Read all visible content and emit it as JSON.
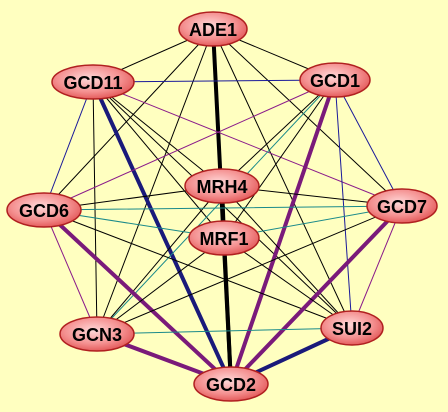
{
  "graph": {
    "nodes": [
      {
        "id": "ADE1",
        "label": "ADE1"
      },
      {
        "id": "GCD11",
        "label": "GCD11"
      },
      {
        "id": "GCD1",
        "label": "GCD1"
      },
      {
        "id": "MRH4",
        "label": "MRH4"
      },
      {
        "id": "GCD6",
        "label": "GCD6"
      },
      {
        "id": "GCD7",
        "label": "GCD7"
      },
      {
        "id": "MRF1",
        "label": "MRF1"
      },
      {
        "id": "GCN3",
        "label": "GCN3"
      },
      {
        "id": "SUI2",
        "label": "SUI2"
      },
      {
        "id": "GCD2",
        "label": "GCD2"
      }
    ],
    "edges": [
      {
        "from": "ADE1",
        "to": "GCD11",
        "color": "#000000",
        "weight": "thin"
      },
      {
        "from": "ADE1",
        "to": "GCD1",
        "color": "#000000",
        "weight": "thin"
      },
      {
        "from": "ADE1",
        "to": "MRH4",
        "color": "#000000",
        "weight": "thin"
      },
      {
        "from": "ADE1",
        "to": "GCD6",
        "color": "#000000",
        "weight": "thin"
      },
      {
        "from": "ADE1",
        "to": "GCD7",
        "color": "#000000",
        "weight": "thin"
      },
      {
        "from": "ADE1",
        "to": "MRF1",
        "color": "#000000",
        "weight": "thin"
      },
      {
        "from": "ADE1",
        "to": "GCN3",
        "color": "#000000",
        "weight": "thin"
      },
      {
        "from": "ADE1",
        "to": "SUI2",
        "color": "#000000",
        "weight": "thin"
      },
      {
        "from": "ADE1",
        "to": "GCD2",
        "color": "#000000",
        "weight": "thick"
      },
      {
        "from": "GCD11",
        "to": "GCD1",
        "color": "#1a1a9a",
        "weight": "thin"
      },
      {
        "from": "GCD11",
        "to": "MRH4",
        "color": "#000000",
        "weight": "thin"
      },
      {
        "from": "GCD11",
        "to": "GCD6",
        "color": "#1a1a9a",
        "weight": "thin"
      },
      {
        "from": "GCD11",
        "to": "GCD7",
        "color": "#8a1a8a",
        "weight": "thin"
      },
      {
        "from": "GCD11",
        "to": "MRF1",
        "color": "#000000",
        "weight": "thin"
      },
      {
        "from": "GCD11",
        "to": "GCN3",
        "color": "#000000",
        "weight": "thin"
      },
      {
        "from": "GCD11",
        "to": "SUI2",
        "color": "#000000",
        "weight": "thin"
      },
      {
        "from": "GCD11",
        "to": "GCD2",
        "color": "#1a1a7a",
        "weight": "thick"
      },
      {
        "from": "GCD1",
        "to": "MRH4",
        "color": "#000000",
        "weight": "thin"
      },
      {
        "from": "GCD1",
        "to": "GCD6",
        "color": "#8a1a8a",
        "weight": "thin"
      },
      {
        "from": "GCD1",
        "to": "GCD7",
        "color": "#1a1a9a",
        "weight": "thin"
      },
      {
        "from": "GCD1",
        "to": "MRF1",
        "color": "#000000",
        "weight": "thin"
      },
      {
        "from": "GCD1",
        "to": "GCN3",
        "color": "#1a8a8a",
        "weight": "thin"
      },
      {
        "from": "GCD1",
        "to": "SUI2",
        "color": "#1a1a9a",
        "weight": "thin"
      },
      {
        "from": "GCD1",
        "to": "GCD2",
        "color": "#7a1a7a",
        "weight": "thick"
      },
      {
        "from": "MRH4",
        "to": "GCD6",
        "color": "#000000",
        "weight": "thin"
      },
      {
        "from": "MRH4",
        "to": "GCD7",
        "color": "#000000",
        "weight": "thin"
      },
      {
        "from": "MRH4",
        "to": "MRF1",
        "color": "#000000",
        "weight": "thick"
      },
      {
        "from": "MRH4",
        "to": "GCN3",
        "color": "#000000",
        "weight": "thin"
      },
      {
        "from": "MRH4",
        "to": "SUI2",
        "color": "#000000",
        "weight": "thin"
      },
      {
        "from": "GCD6",
        "to": "GCD7",
        "color": "#1a8a8a",
        "weight": "thin"
      },
      {
        "from": "GCD6",
        "to": "MRF1",
        "color": "#1a8a8a",
        "weight": "thin"
      },
      {
        "from": "GCD6",
        "to": "GCN3",
        "color": "#8a1a8a",
        "weight": "thin"
      },
      {
        "from": "GCD6",
        "to": "SUI2",
        "color": "#000000",
        "weight": "thin"
      },
      {
        "from": "GCD6",
        "to": "GCD2",
        "color": "#7a1a7a",
        "weight": "thick"
      },
      {
        "from": "GCD7",
        "to": "MRF1",
        "color": "#1a8a8a",
        "weight": "thin"
      },
      {
        "from": "GCD7",
        "to": "GCN3",
        "color": "#000000",
        "weight": "thin"
      },
      {
        "from": "GCD7",
        "to": "SUI2",
        "color": "#8a1a8a",
        "weight": "thin"
      },
      {
        "from": "GCD7",
        "to": "GCD2",
        "color": "#7a1a7a",
        "weight": "thick"
      },
      {
        "from": "MRF1",
        "to": "GCN3",
        "color": "#000000",
        "weight": "thin"
      },
      {
        "from": "MRF1",
        "to": "SUI2",
        "color": "#000000",
        "weight": "thin"
      },
      {
        "from": "MRF1",
        "to": "GCD2",
        "color": "#000000",
        "weight": "thick"
      },
      {
        "from": "GCN3",
        "to": "SUI2",
        "color": "#1a8a8a",
        "weight": "thin"
      },
      {
        "from": "GCN3",
        "to": "GCD2",
        "color": "#7a1a7a",
        "weight": "thick"
      },
      {
        "from": "SUI2",
        "to": "GCD2",
        "color": "#1a1a7a",
        "weight": "thick"
      }
    ]
  },
  "colors": {
    "background": "#ffffc0",
    "node_fill_center": "#ffd0d0",
    "node_fill_edge": "#e86060",
    "node_stroke": "#b02020"
  }
}
